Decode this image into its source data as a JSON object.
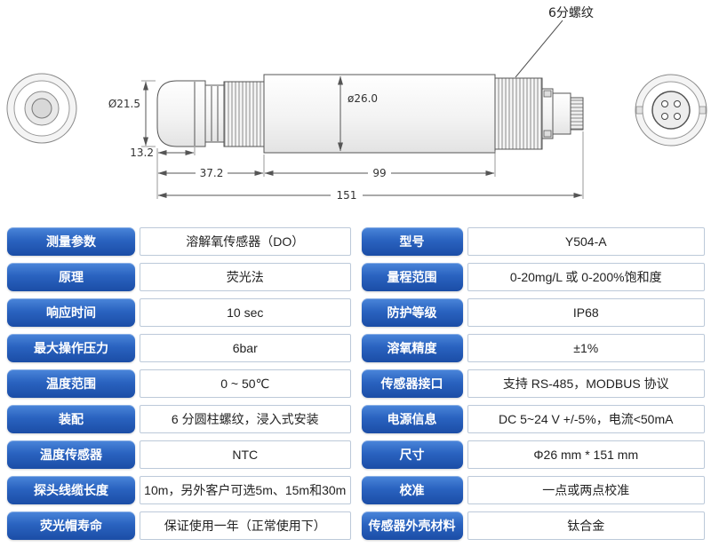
{
  "drawing": {
    "thread_callout": "6分螺纹",
    "dimensions": {
      "cap_diameter": "Ø21.5",
      "cap_length": "13.2",
      "front_length": "37.2",
      "body_diameter": "ø26.0",
      "body_length": "99",
      "total_length": "151"
    }
  },
  "spec_table": {
    "left_rows": [
      {
        "label": "测量参数",
        "value": "溶解氧传感器（DO）"
      },
      {
        "label": "原理",
        "value": "荧光法"
      },
      {
        "label": "响应时间",
        "value": "10 sec"
      },
      {
        "label": "最大操作压力",
        "value": "6bar"
      },
      {
        "label": "温度范围",
        "value": "0 ~ 50℃"
      },
      {
        "label": "装配",
        "value": "6 分圆柱螺纹，浸入式安装"
      },
      {
        "label": "温度传感器",
        "value": "NTC"
      },
      {
        "label": "探头线缆长度",
        "value": "10m，另外客户可选5m、15m和30m"
      },
      {
        "label": "荧光帽寿命",
        "value": "保证使用一年（正常使用下）"
      }
    ],
    "right_rows": [
      {
        "label": "型号",
        "value": "Y504-A"
      },
      {
        "label": "量程范围",
        "value": "0-20mg/L 或 0-200%饱和度"
      },
      {
        "label": "防护等级",
        "value": "IP68"
      },
      {
        "label": "溶氧精度",
        "value": "±1%"
      },
      {
        "label": "传感器接口",
        "value": "支持 RS-485，MODBUS 协议"
      },
      {
        "label": "电源信息",
        "value": "DC 5~24 V +/-5%，电流<50mA"
      },
      {
        "label": "尺寸",
        "value": "Φ26 mm * 151 mm"
      },
      {
        "label": "校准",
        "value": "一点或两点校准"
      },
      {
        "label": "传感器外壳材料",
        "value": "钛合金"
      }
    ]
  },
  "colors": {
    "label_blue_top": "#4b86da",
    "label_blue_bottom": "#1b4da6",
    "value_border": "#bcc9d9",
    "drawing_line": "#555555"
  }
}
